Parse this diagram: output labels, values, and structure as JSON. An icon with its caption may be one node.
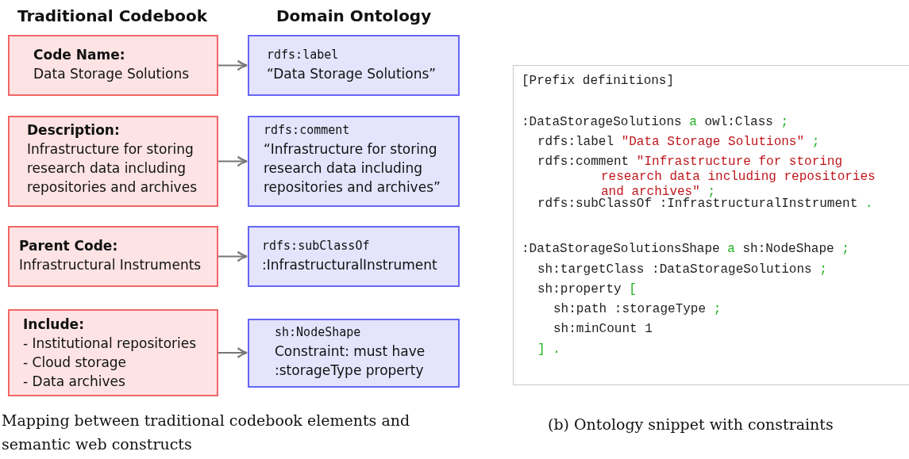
{
  "diagram": {
    "nodes": [
      {
        "text": [
          "Code Name:",
          "Data Storage Solutions"
        ]
      },
      {
        "text": [
          "rdfs:label",
          "“Data Storage Solutions”"
        ]
      },
      {
        "text": [
          "Description:",
          "Infrastructure for storing research data including repositories and archives"
        ]
      },
      {
        "text": [
          "rdfs:comment",
          "“Infrastructure for storing research data including repositories and archives”"
        ]
      },
      {
        "text": [
          "Parent Code:",
          "Infrastructural Instruments"
        ]
      },
      {
        "text": [
          "rdfs:subClassOf",
          ":InfrastructuralInstrument"
        ]
      },
      {
        "text": [
          "Include:",
          "- Institutional repositories",
          "- Cloud storage",
          "- Data archives"
        ]
      },
      {
        "text": [
          "sh:NodeShape",
          "Constraint: must have :storageType property"
        ]
      },
      {
        "text": [
          "[Prefix definitions]",
          ":DataStorageSolutions a owl:Class ;",
          "rdfs:label \"Data Storage Solutions\" ;",
          "rdfs:comment \"Infrastructure for storing research data including repositories and archives\" ;",
          "rdfs:subClassOf :InfrastructuralInstrument .",
          ":DataStorageSolutionsShape a sh:NodeShape ;",
          "sh:targetClass :DataStorageSolutions ;",
          "sh:property [",
          "sh:path :storageType ;",
          "sh:minCount 1",
          "] ."
        ]
      }
    ],
    "edges": [
      {
        "from": 0,
        "to": 1,
        "arrow": "to"
      },
      {
        "from": 2,
        "to": 3,
        "arrow": "to"
      },
      {
        "from": 4,
        "to": 5,
        "arrow": "to"
      },
      {
        "from": 6,
        "to": 7,
        "arrow": "to"
      }
    ],
    "labels": [
      "Traditional Codebook",
      "Domain Ontology",
      "Mapping between traditional codebook elements and semantic web constructs",
      "(b) Ontology snippet with constraints"
    ]
  }
}
